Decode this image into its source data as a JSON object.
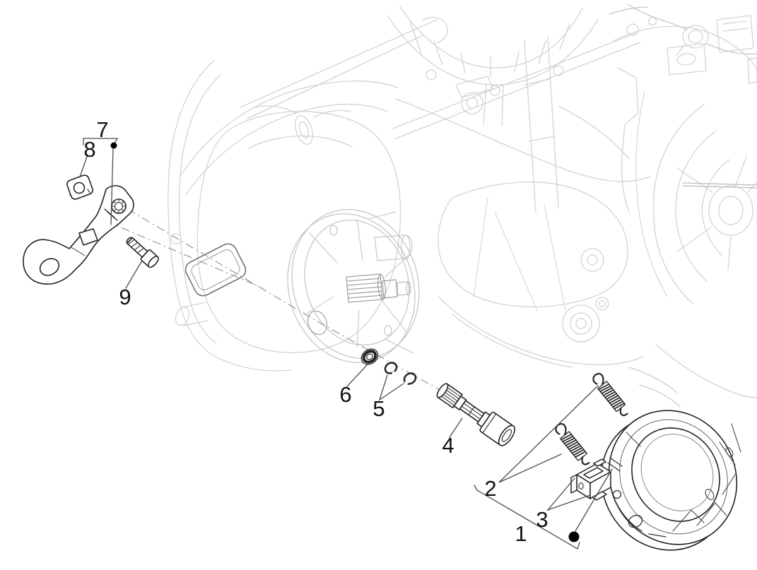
{
  "diagram": {
    "kind": "exploded-parts-drawing",
    "colors": {
      "background": "#ffffff",
      "engine_outline": "#d3d3d3",
      "engine_outline_dark": "#a8a8a8",
      "part_outline": "#222222",
      "leader_line": "#4d4d4d",
      "axis_line": "#8f8f8f",
      "label_text": "#111111",
      "marker_dot": "#000000"
    },
    "callouts": [
      {
        "label": "1",
        "part": "brake-shoe-assembly-group",
        "marker": "bracket-and-dot"
      },
      {
        "label": "2",
        "part": "brake-shoe-springs"
      },
      {
        "label": "3",
        "part": "spring-clip"
      },
      {
        "label": "4",
        "part": "brake-camshaft"
      },
      {
        "label": "5",
        "part": "retaining-rings"
      },
      {
        "label": "6",
        "part": "seal-ring"
      },
      {
        "label": "7",
        "part": "brake-lever-group",
        "marker": "bracket-and-dot"
      },
      {
        "label": "8",
        "part": "nut"
      },
      {
        "label": "9",
        "part": "screw"
      }
    ]
  }
}
